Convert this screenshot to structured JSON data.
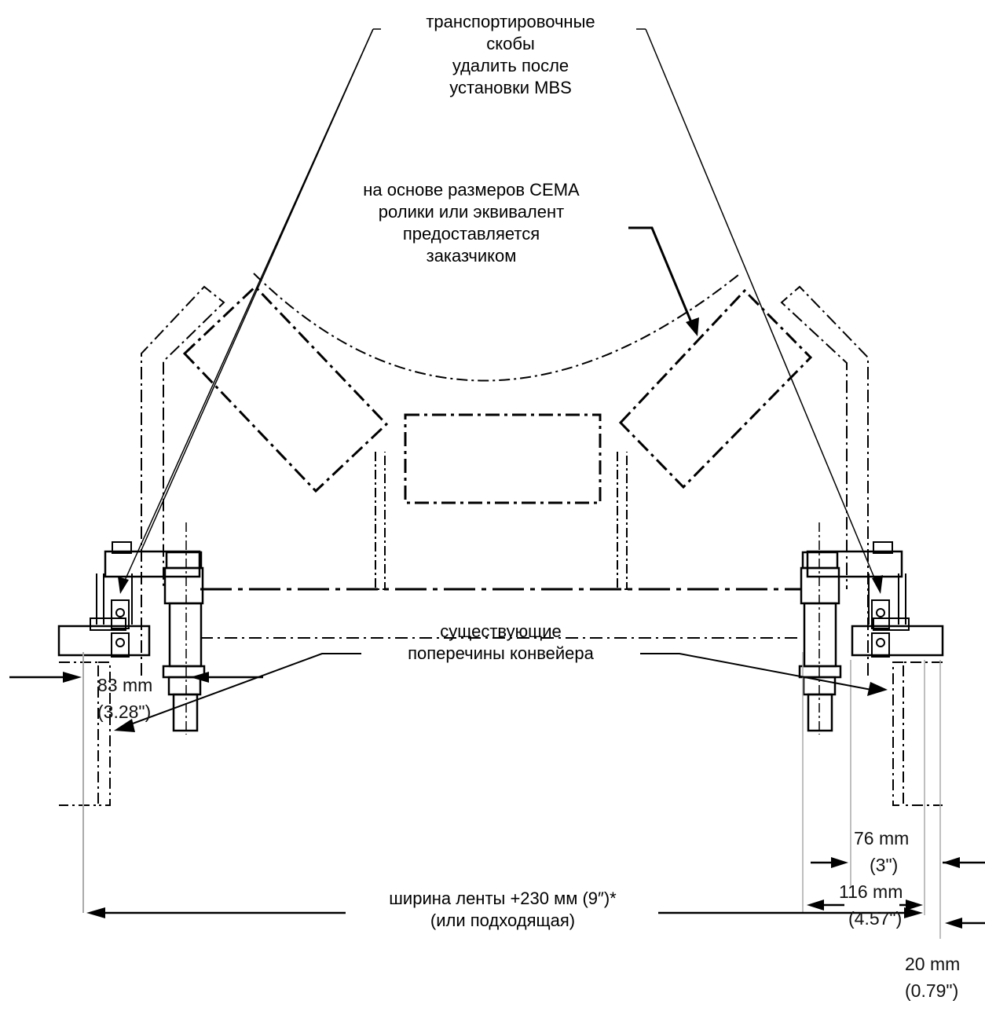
{
  "labels": {
    "transport": [
      "транспортировочные",
      "скобы",
      "удалить после",
      "установки MBS"
    ],
    "cema": [
      "на основе размеров CEMA",
      "ролики или эквивалент",
      "предоставляется",
      "заказчиком"
    ],
    "crossmembers": [
      "существующие",
      "поперечины конвейера"
    ],
    "belt": [
      "ширина ленты +230 мм (9″)*",
      "(или подходящая)"
    ]
  },
  "dimensions": {
    "d83": {
      "mm": "83 mm",
      "in": "(3.28\")"
    },
    "d76": {
      "mm": "76 mm",
      "in": "(3\")"
    },
    "d116": {
      "mm": "116 mm",
      "in": "(4.57\")"
    },
    "d20": {
      "mm": "20 mm",
      "in": "(0.79\")"
    }
  }
}
